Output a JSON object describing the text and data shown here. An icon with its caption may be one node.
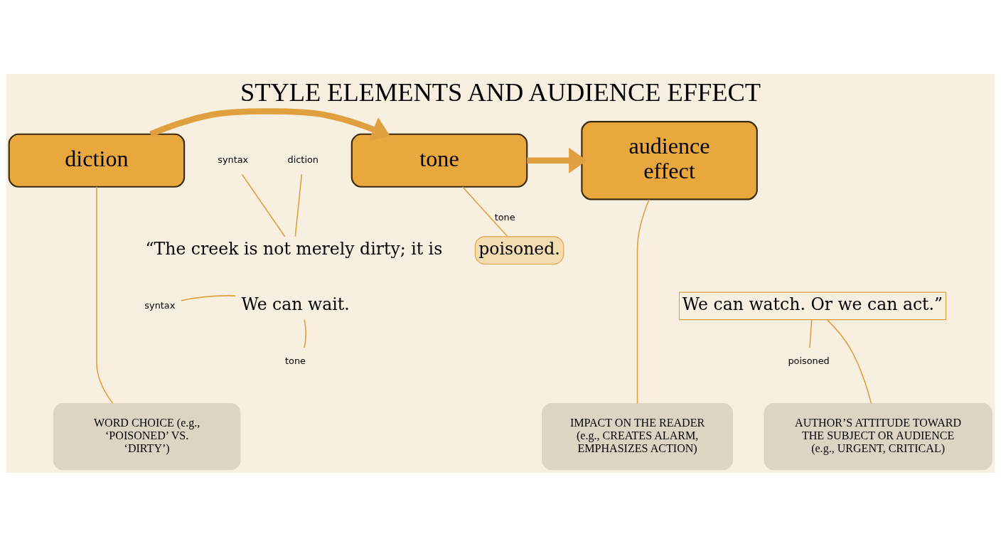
{
  "diagram": {
    "title": "STYLE ELEMENTS AND AUDIENCE EFFECT",
    "nodes": [
      {
        "text": [
          "diction"
        ]
      },
      {
        "text": [
          "tone"
        ]
      },
      {
        "text": [
          "audience effect"
        ]
      },
      {
        "text": [
          "diction"
        ]
      },
      {
        "text": [
          "syntax"
        ]
      },
      {
        "text": [
          "“The creek is not merely dirty; it is"
        ]
      },
      {
        "text": [
          "poisoned."
        ]
      },
      {
        "text": [
          "syntax"
        ]
      },
      {
        "text": [
          "We can wait."
        ]
      },
      {
        "text": [
          "We can watch. Or we can act.”"
        ]
      },
      {
        "text": [
          "tone"
        ]
      },
      {
        "text": [
          "poisoned"
        ]
      },
      {
        "text": [
          "WORD CHOICE (e.g., ‘POISONED’ VS. ‘DIRTY’)"
        ]
      },
      {
        "text": [
          "AUTHOR’S ATTITUDE TOWARD THE SUBJECT OR AUDIENCE (e.g., URGENT, CRITICAL)"
        ]
      },
      {
        "text": [
          "IMPACT ON THE READER (e.g., CREATES ALARM, EMPHASIZES ACTION)"
        ]
      }
    ],
    "edges": [
      {
        "from": 0,
        "to": 1,
        "arrow": "to",
        "style": "thick"
      },
      {
        "from": 1,
        "to": 2,
        "arrow": "to",
        "style": "thick"
      },
      {
        "from": 0,
        "to": 12,
        "arrow": "none"
      },
      {
        "from": 1,
        "to": 6,
        "arrow": "none",
        "label": "tone"
      },
      {
        "from": 2,
        "to": 14,
        "arrow": "none"
      },
      {
        "from": 9,
        "to": 13,
        "arrow": "none"
      },
      {
        "from": 3,
        "to": 5,
        "arrow": "none"
      },
      {
        "from": 4,
        "to": 5,
        "arrow": "none"
      },
      {
        "from": 7,
        "to": 8,
        "arrow": "none"
      },
      {
        "from": 10,
        "to": 8,
        "arrow": "none"
      },
      {
        "from": 11,
        "to": 9,
        "arrow": "none"
      }
    ]
  }
}
